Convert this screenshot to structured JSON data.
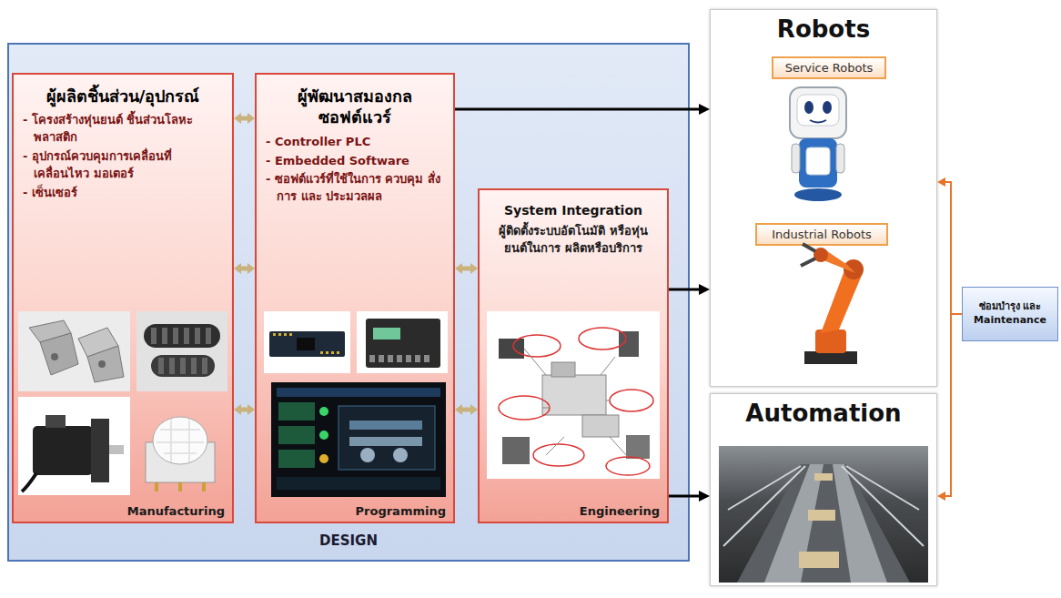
{
  "diagram": {
    "nodes": [
      {
        "text": [
          "DESIGN"
        ]
      },
      {
        "text": [
          "ผู้ผลิตชิ้นส่วน/อุปกรณ์",
          "- โครงสร้างหุ่นยนต์ ชิ้นส่วนโลหะ พลาสติก",
          "- อุปกรณ์ควบคุมการเคลื่อนที่เคลื่อนไหว มอเตอร์",
          "- เซ็นเซอร์",
          "Manufacturing"
        ],
        "in": 0
      },
      {
        "text": [
          "ผู้พัฒนาสมองกล ซอฟต์แวร์",
          "- Controller PLC",
          "- Embedded Software",
          "- ซอฟต์แวร์ที่ใช้ในการ ควบคุม สั่งการ และ ประมวลผล",
          "Programming"
        ],
        "in": 0
      },
      {
        "text": [
          "System Integration",
          "ผู้ติดตั้งระบบอัตโนมัติ หรือหุ่นยนต์ในการ ผลิตหรือบริการ",
          "Engineering"
        ],
        "in": 0
      },
      {
        "text": [
          "Robots"
        ]
      },
      {
        "text": [
          "Service Robots"
        ],
        "in": 4
      },
      {
        "text": [
          "Industrial Robots"
        ],
        "in": 4
      },
      {
        "text": [
          "Automation"
        ]
      },
      {
        "text": [
          "ซ่อมบำรุง และ Maintenance"
        ]
      }
    ],
    "edges": [
      {
        "from": 1,
        "to": 2,
        "arrow": "both"
      },
      {
        "from": 1,
        "to": 2,
        "arrow": "both"
      },
      {
        "from": 1,
        "to": 2,
        "arrow": "both"
      },
      {
        "from": 2,
        "to": 3,
        "arrow": "both"
      },
      {
        "from": 2,
        "to": 3,
        "arrow": "both"
      },
      {
        "from": 2,
        "to": 4,
        "arrow": "to"
      },
      {
        "from": 3,
        "to": 4,
        "arrow": "to"
      },
      {
        "from": 3,
        "to": 7,
        "arrow": "to"
      },
      {
        "from": 8,
        "to": 4,
        "arrow": "to"
      },
      {
        "from": 8,
        "to": 7,
        "arrow": "to"
      }
    ]
  }
}
